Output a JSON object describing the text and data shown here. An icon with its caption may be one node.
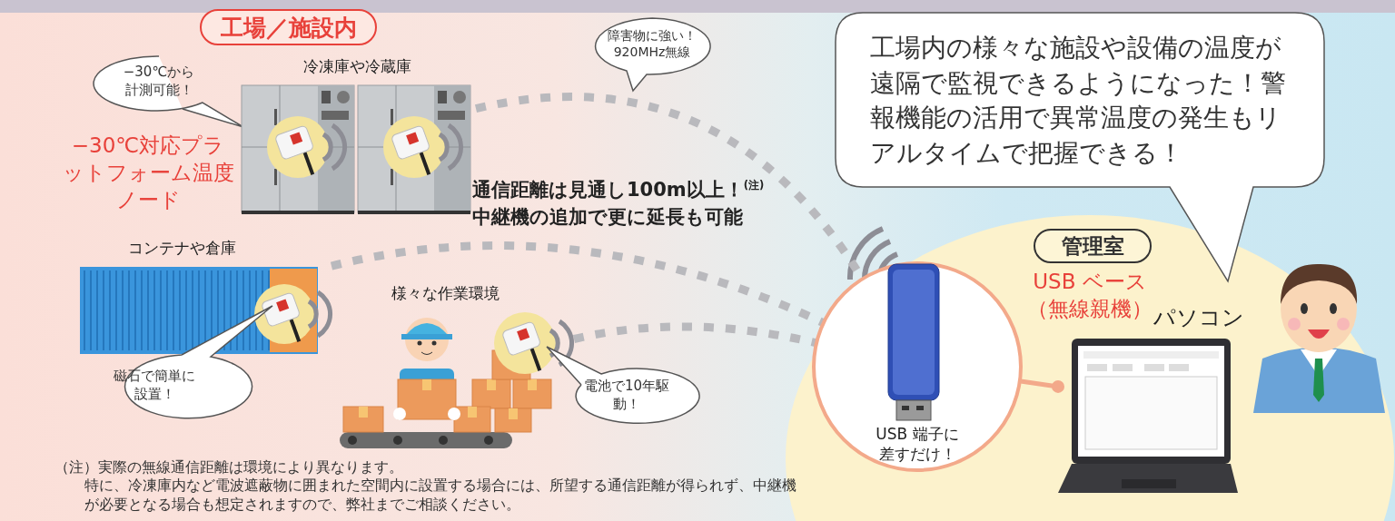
{
  "diagram": {
    "nodes": [
      {
        "text": [
          "工場／施設内"
        ]
      },
      {
        "text": [
          "−30℃から計測可能！"
        ]
      },
      {
        "text": [],
        "shape": "picture",
        "beside": [
          "冷凍庫や冷蔵庫"
        ]
      },
      {
        "text": [
          "障害物に強い！920MHz無線"
        ]
      },
      {
        "text": [
          "工場内の様々な施設や設備の温度が遠隔で監視できるようになった！警報機能の活用で異常温度の発生もリアルタイムで把握できる！"
        ]
      },
      {
        "text": [],
        "shape": "picture",
        "beside": [
          "コンテナや倉庫"
        ]
      },
      {
        "text": [],
        "shape": "picture",
        "beside": [
          "様々な作業環境"
        ]
      },
      {
        "text": [
          "磁石で簡単に設置！"
        ]
      },
      {
        "text": [
          "電池で10年駆動！"
        ]
      },
      {
        "text": [
          "管理室"
        ]
      },
      {
        "text": [
          "USB 端子に差すだけ！"
        ]
      },
      {
        "text": [],
        "shape": "picture",
        "beside": [
          "パソコン"
        ]
      },
      {
        "text": [],
        "shape": "person"
      }
    ],
    "edges": [
      {
        "from": 2,
        "to": 10,
        "arrow": "none",
        "style": "dashed"
      },
      {
        "from": 5,
        "to": 10,
        "arrow": "none",
        "style": "dashed"
      },
      {
        "from": 6,
        "to": 10,
        "arrow": "none",
        "style": "dashed"
      },
      {
        "from": 10,
        "to": 11,
        "arrow": "other",
        "color": "#f3a98a"
      }
    ],
    "labels": [
      "−30℃対応プラットフォーム温度ノード",
      "通信距離は見通し100m以上！$^{(注)}$",
      "中継機の追加で更に延長も可能",
      "USB ベース（無線親機）",
      "（注）実際の無線通信距離は環境により異なります。",
      "特に、冷凍庫内など電波遮蔽物に囲まれた空間内に設置する場合には、所望する通信距離が得られず、中継機が必要となる場合も想定されますので、弊社までご相談ください。"
    ]
  }
}
